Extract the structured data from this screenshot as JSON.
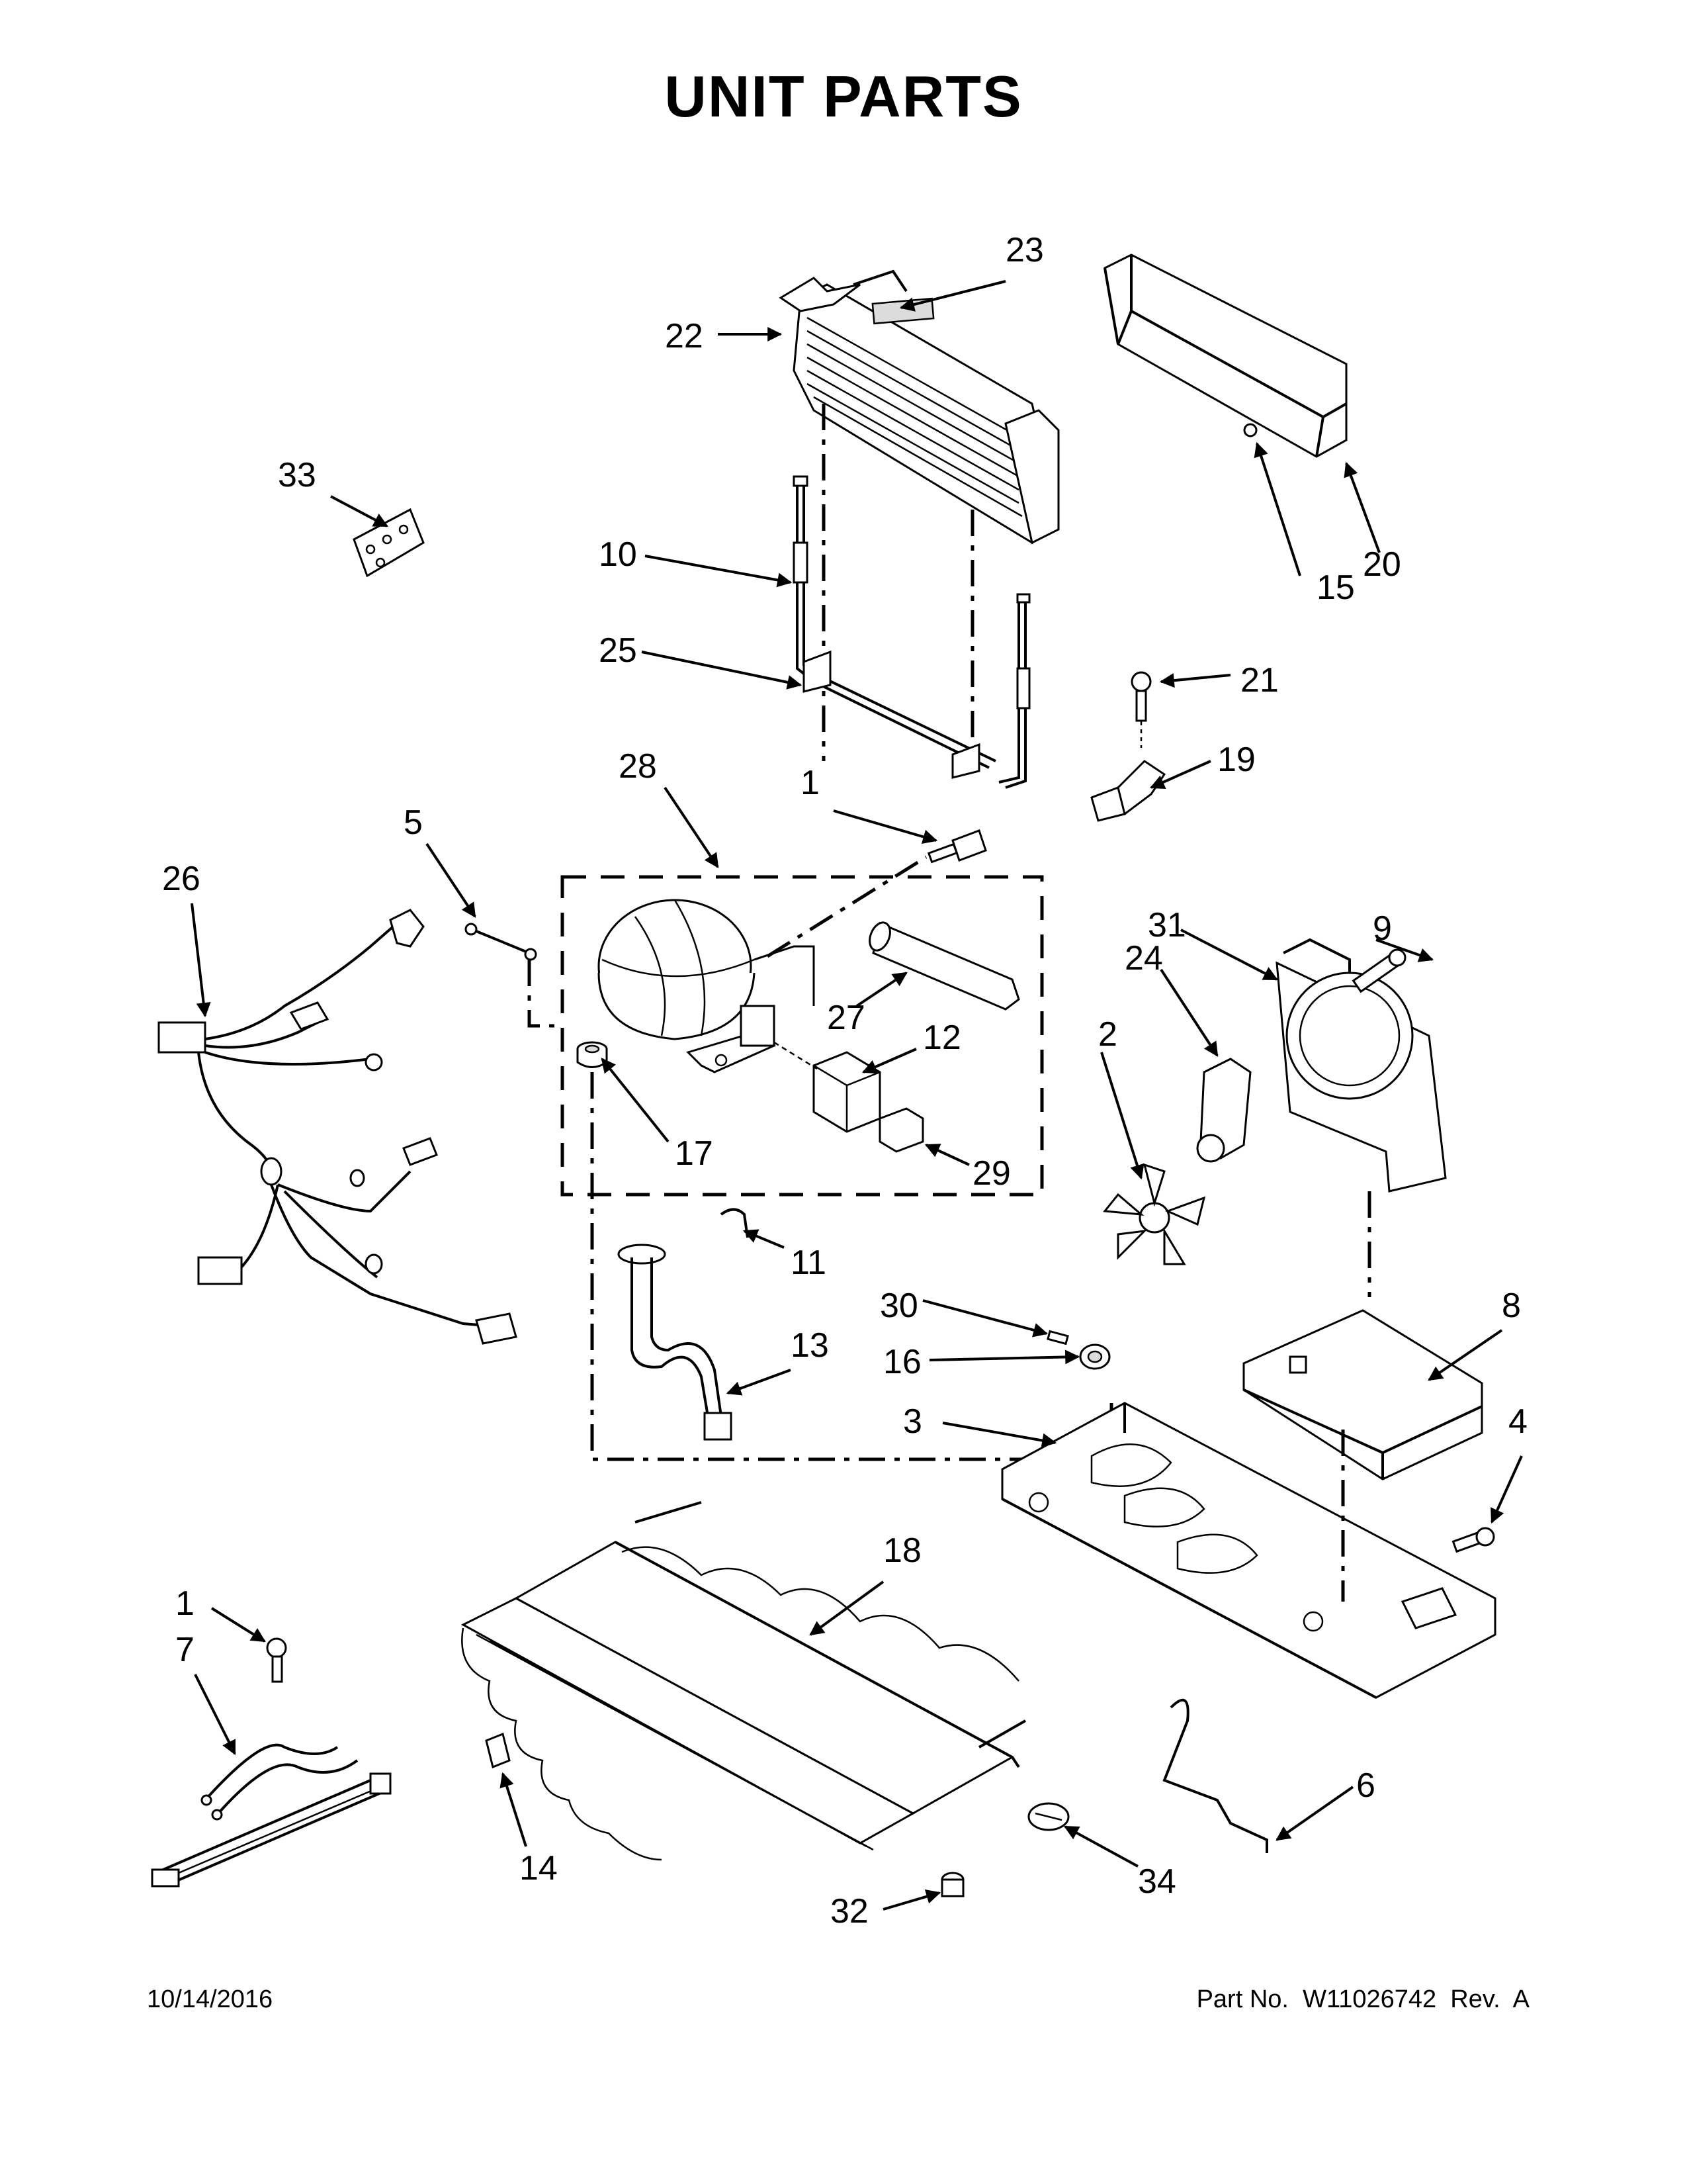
{
  "title": "UNIT PARTS",
  "footer": {
    "date": "10/14/2016",
    "part_number": "Part No.  W11026742  Rev.  A"
  },
  "callouts": {
    "c1a": "1",
    "c1b": "1",
    "c2": "2",
    "c3": "3",
    "c4": "4",
    "c5": "5",
    "c6": "6",
    "c7": "7",
    "c8": "8",
    "c9": "9",
    "c10": "10",
    "c11": "11",
    "c12": "12",
    "c13": "13",
    "c14": "14",
    "c15": "15",
    "c16": "16",
    "c17": "17",
    "c18": "18",
    "c19": "19",
    "c20": "20",
    "c21": "21",
    "c22": "22",
    "c23": "23",
    "c24": "24",
    "c25": "25",
    "c26": "26",
    "c27": "27",
    "c28": "28",
    "c29": "29",
    "c30": "30",
    "c31": "31",
    "c32": "32",
    "c33": "33",
    "c34": "34"
  }
}
